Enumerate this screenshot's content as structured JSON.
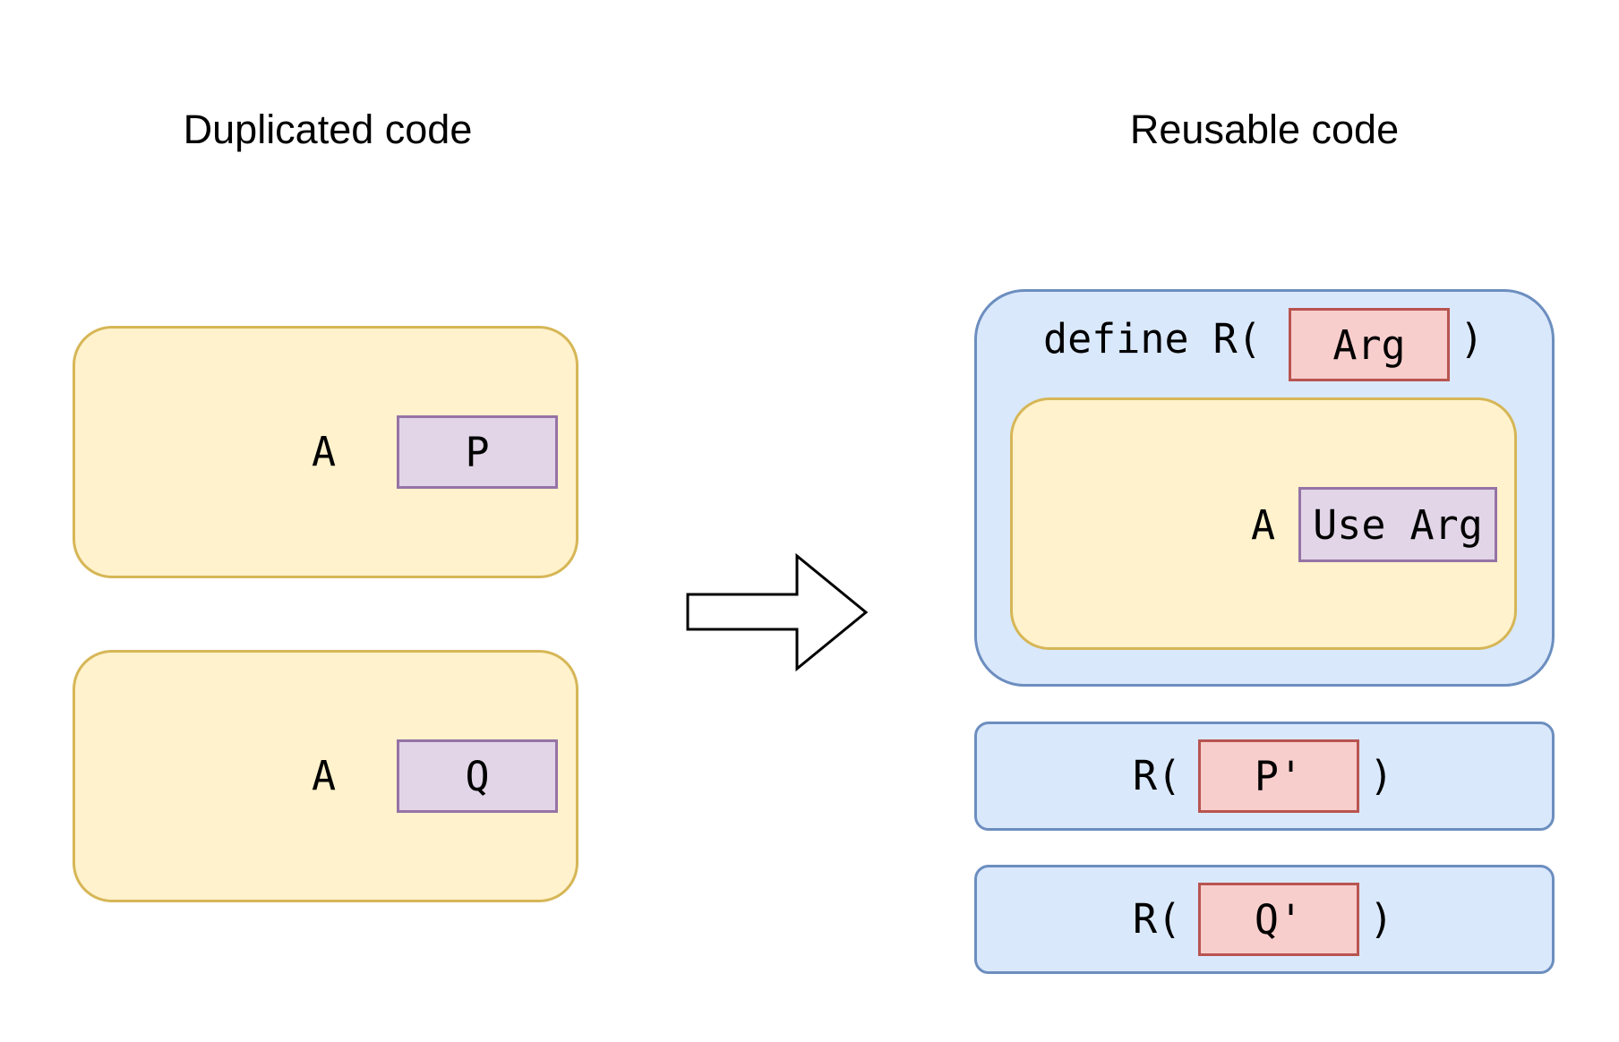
{
  "headings": {
    "left": "Duplicated code",
    "right": "Reusable code"
  },
  "duplicated": {
    "block1": {
      "label": "A",
      "param": "P"
    },
    "block2": {
      "label": "A",
      "param": "Q"
    }
  },
  "reusable": {
    "definition": {
      "keyword": "define R(",
      "arg": "Arg",
      "close": ")",
      "body_label": "A",
      "body_param": "Use Arg"
    },
    "calls": [
      {
        "open": "R(",
        "arg": "P'",
        "close": ")"
      },
      {
        "open": "R(",
        "arg": "Q'",
        "close": ")"
      }
    ]
  },
  "colors": {
    "code_block_fill": "#fff2cc",
    "code_block_border": "#d6b656",
    "function_fill": "#dae8fc",
    "function_border": "#6c8ebf",
    "param_fill": "#e1d5e7",
    "param_border": "#9673a6",
    "arg_fill": "#f8cecc",
    "arg_border": "#b85450"
  },
  "icons": {
    "transform_arrow": "right-arrow-icon"
  }
}
